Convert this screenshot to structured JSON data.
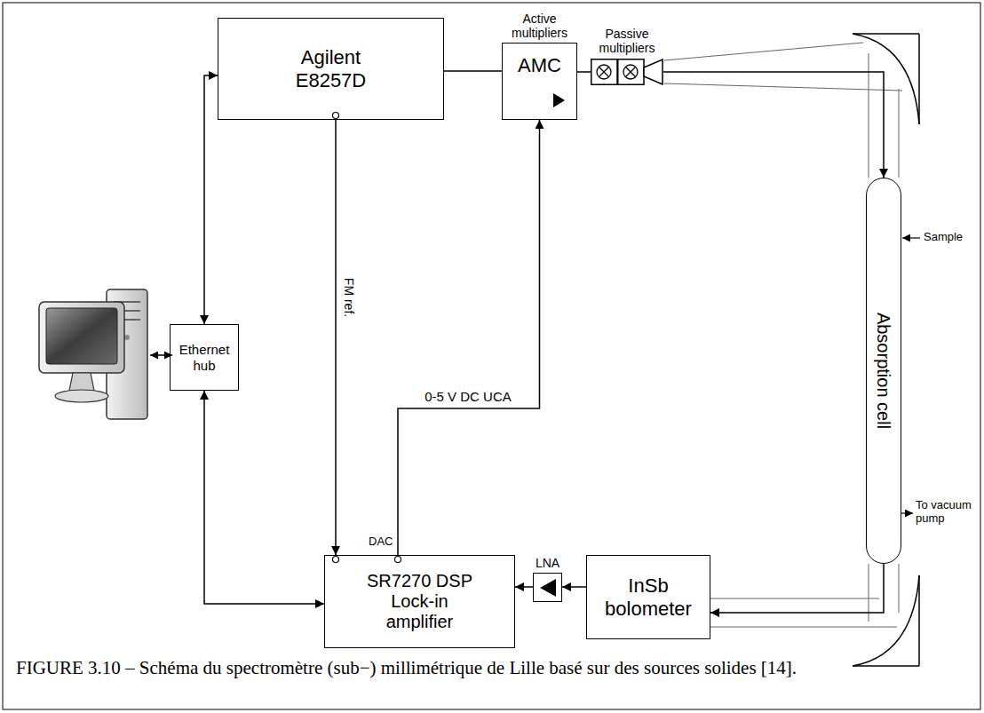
{
  "diagram": {
    "caption": "FIGURE 3.10 – Schéma du spectromètre (sub−) millimétrique de Lille basé sur des sources solides [14].",
    "nodes": [
      {
        "text": [
          "Agilent E8257D"
        ]
      },
      {
        "text": [
          "Active multipliers",
          "AMC"
        ]
      },
      {
        "text": [
          "Passive multipliers"
        ]
      },
      {
        "text": [
          "Absorption cell"
        ]
      },
      {
        "text": [
          "InSb bolometer"
        ]
      },
      {
        "text": [
          "LNA"
        ]
      },
      {
        "text": [
          "SR7270 DSP Lock-in amplifier"
        ]
      },
      {
        "text": [
          "Ethernet hub"
        ]
      }
    ],
    "edges": [
      {
        "from": 7,
        "to": 0,
        "arrow": "both"
      },
      {
        "from": 7,
        "to": 6,
        "arrow": "both"
      },
      {
        "from": 0,
        "to": 6,
        "label": "FM ref.",
        "arrow": "to"
      },
      {
        "from": 6,
        "to": 1,
        "label": "0-5 V DC UCA",
        "arrow": "to"
      },
      {
        "from": 0,
        "to": 1,
        "arrow": "none"
      },
      {
        "from": 1,
        "to": 2,
        "arrow": "none"
      },
      {
        "from": 2,
        "to": 3,
        "arrow": "to"
      },
      {
        "from": 3,
        "to": 4,
        "arrow": "to"
      },
      {
        "from": 4,
        "to": 5,
        "arrow": "to"
      },
      {
        "from": 5,
        "to": 6,
        "arrow": "to"
      }
    ],
    "labels": [
      "DAC",
      "Sample",
      "To vacuum pump"
    ]
  }
}
